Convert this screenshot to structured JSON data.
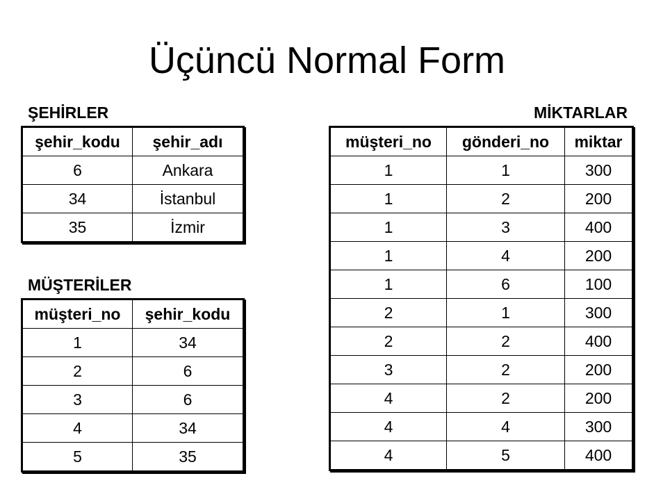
{
  "title": "Üçüncü Normal Form",
  "cities": {
    "caption": "ŞEHİRLER",
    "headers": [
      "şehir_kodu",
      "şehir_adı"
    ],
    "rows": [
      [
        "6",
        "Ankara"
      ],
      [
        "34",
        "İstanbul"
      ],
      [
        "35",
        "İzmir"
      ]
    ]
  },
  "customers": {
    "caption": "MÜŞTERİLER",
    "headers": [
      "müşteri_no",
      "şehir_kodu"
    ],
    "rows": [
      [
        "1",
        "34"
      ],
      [
        "2",
        "6"
      ],
      [
        "3",
        "6"
      ],
      [
        "4",
        "34"
      ],
      [
        "5",
        "35"
      ]
    ]
  },
  "amounts": {
    "caption": "MİKTARLAR",
    "headers": [
      "müşteri_no",
      "gönderi_no",
      "miktar"
    ],
    "rows": [
      [
        "1",
        "1",
        "300"
      ],
      [
        "1",
        "2",
        "200"
      ],
      [
        "1",
        "3",
        "400"
      ],
      [
        "1",
        "4",
        "200"
      ],
      [
        "1",
        "6",
        "100"
      ],
      [
        "2",
        "1",
        "300"
      ],
      [
        "2",
        "2",
        "400"
      ],
      [
        "3",
        "2",
        "200"
      ],
      [
        "4",
        "2",
        "200"
      ],
      [
        "4",
        "4",
        "300"
      ],
      [
        "4",
        "5",
        "400"
      ]
    ]
  }
}
